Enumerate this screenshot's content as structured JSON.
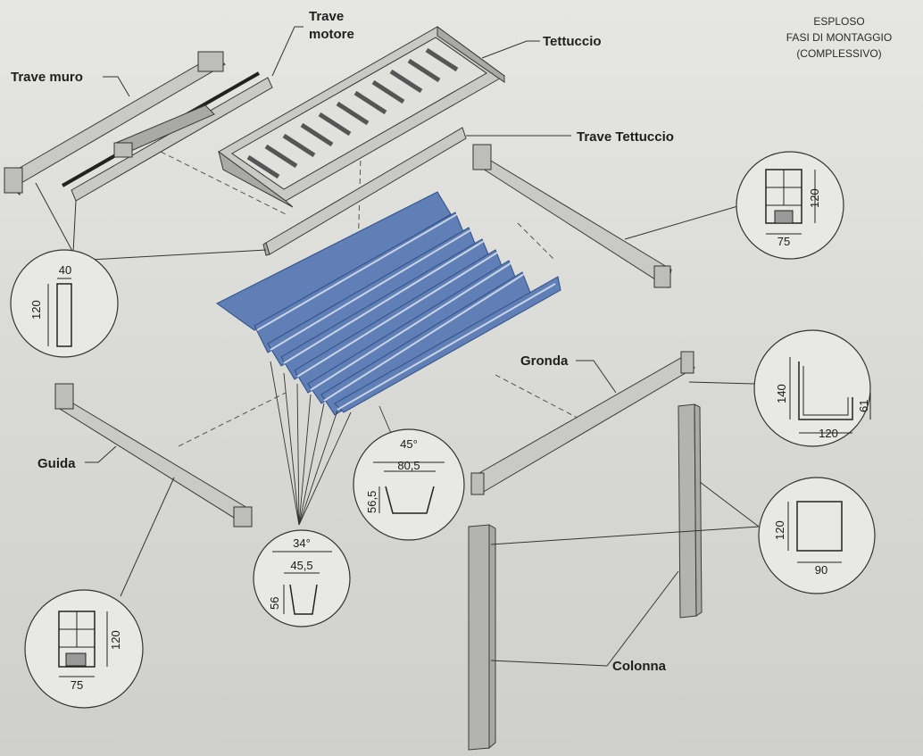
{
  "header": {
    "line1": "ESPLOSO",
    "line2": "FASI DI MONTAGGIO",
    "line3": "(COMPLESSIVO)"
  },
  "labels": {
    "trave_muro": "Trave muro",
    "trave_motore_1": "Trave",
    "trave_motore_2": "motore",
    "tettuccio": "Tettuccio",
    "trave_tettuccio": "Trave Tettuccio",
    "gronda": "Gronda",
    "guida": "Guida",
    "colonna": "Colonna"
  },
  "sections": {
    "trave_muro": {
      "width": "40",
      "height": "120"
    },
    "trave_tettuccio": {
      "width": "75",
      "height": "120"
    },
    "gronda": {
      "height_left": "140",
      "width": "120",
      "height_right": "61"
    },
    "colonna": {
      "height": "120",
      "width": "90"
    },
    "lamella_large": {
      "angle": "45°",
      "width": "80,5",
      "height": "56,5"
    },
    "lamella_small": {
      "angle": "34°",
      "width": "45,5",
      "height": "56"
    },
    "guida": {
      "height": "120",
      "width": "75"
    }
  }
}
